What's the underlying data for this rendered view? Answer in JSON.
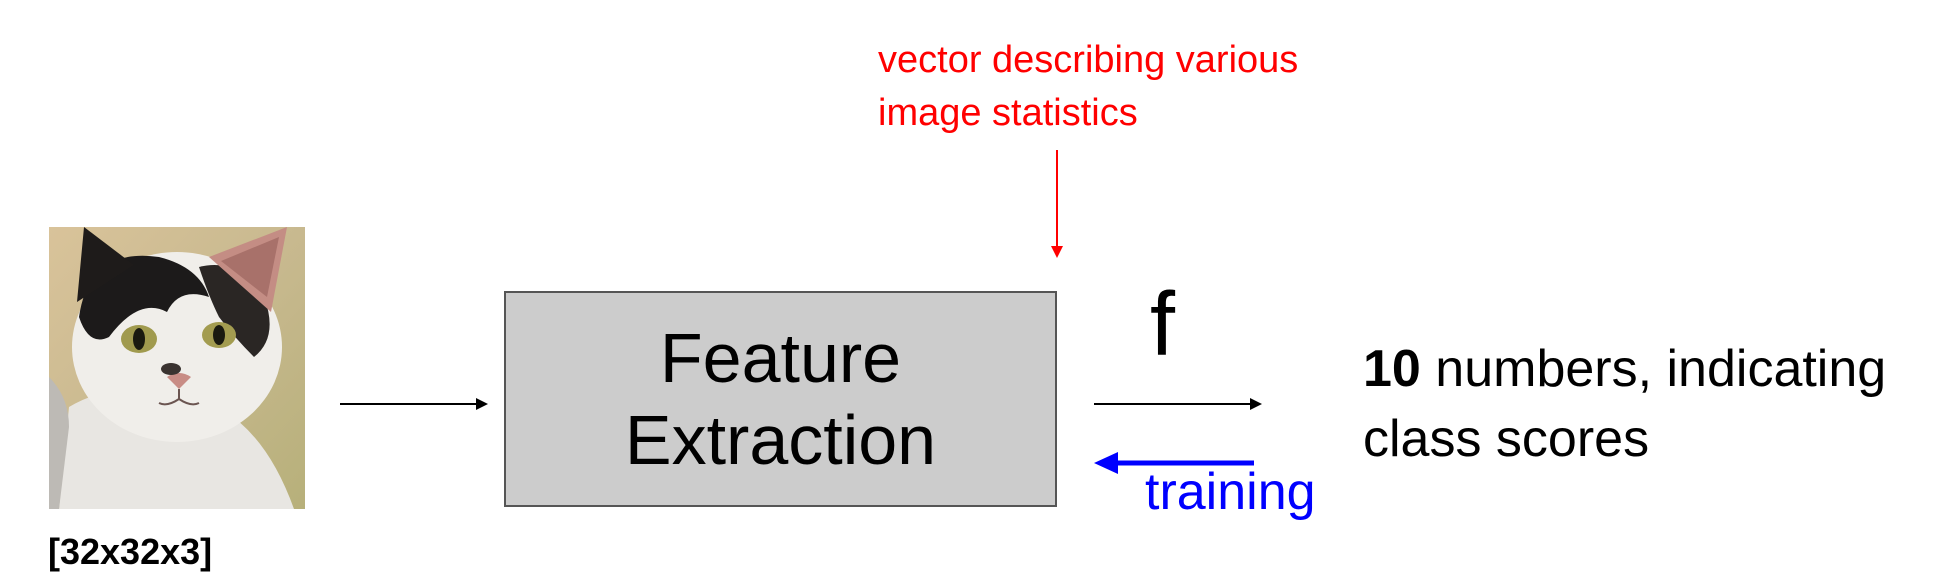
{
  "annotation": {
    "lines": [
      "vector describing various",
      "image statistics"
    ],
    "color": "#ff0000"
  },
  "input_image": {
    "icon": "cat-photo-icon",
    "caption": "[32x32x3]"
  },
  "feature_box": {
    "lines": [
      "Feature",
      "Extraction"
    ],
    "fill": "#cccccc"
  },
  "function_label": "f",
  "training_label": "training",
  "training_color": "#0000ff",
  "output": {
    "count": "10",
    "line1_rest": " numbers, indicating",
    "line2": "class scores"
  }
}
